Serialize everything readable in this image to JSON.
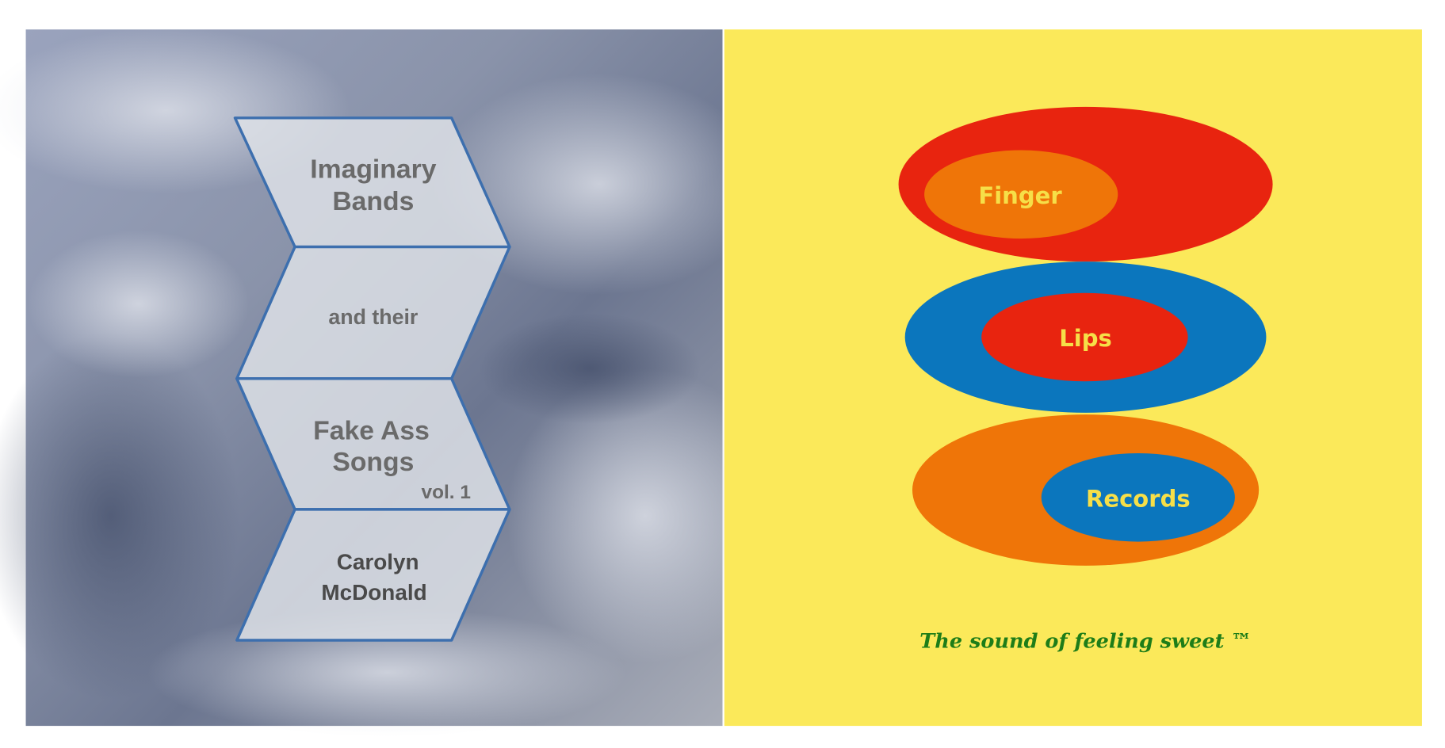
{
  "left_cover": {
    "panels": [
      {
        "lines": [
          "Imaginary",
          "Bands"
        ]
      },
      {
        "lines": [
          "and their"
        ]
      },
      {
        "lines": [
          "Fake Ass",
          "Songs"
        ],
        "sub": "vol. 1"
      },
      {
        "lines": [
          "Carolyn",
          "McDonald"
        ]
      }
    ]
  },
  "right_cover": {
    "labels": [
      "Finger",
      "Lips",
      "Records"
    ],
    "tagline": "The sound of feeling sweet ™",
    "colors": {
      "yellow": "#fbe95a",
      "red": "#e8240f",
      "orange": "#ef7508",
      "blue": "#0b76bd",
      "green": "#1e7d18"
    }
  }
}
